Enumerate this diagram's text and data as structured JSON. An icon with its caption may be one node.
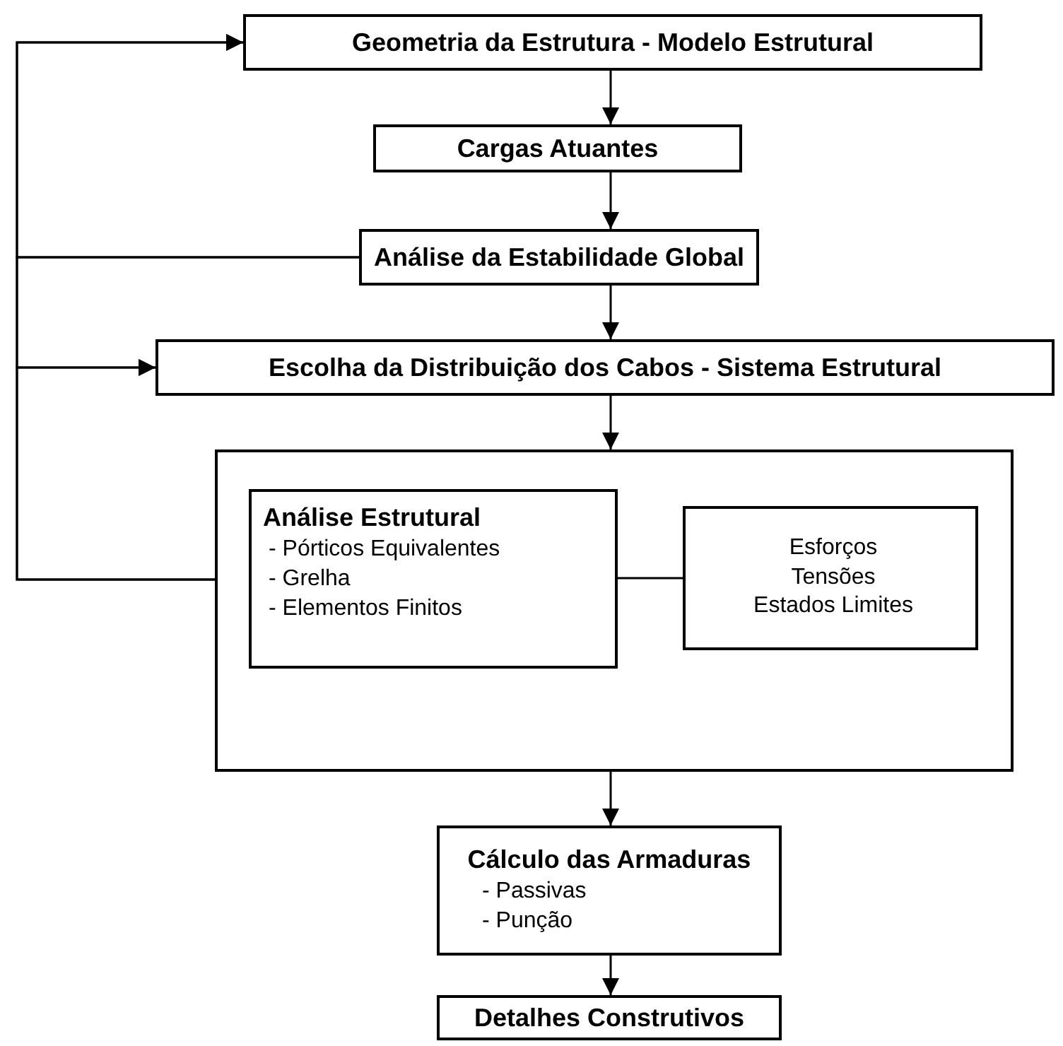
{
  "diagram": {
    "nodes": [
      {
        "text": [
          "Geometria da Estrutura - Modelo Estrutural"
        ]
      },
      {
        "text": [
          "Cargas Atuantes"
        ]
      },
      {
        "text": [
          "Análise da Estabilidade Global"
        ]
      },
      {
        "text": [
          "Escolha da Distribuição dos Cabos - Sistema Estrutural"
        ]
      },
      {
        "text": [],
        "shape": "box"
      },
      {
        "text": [
          "Análise Estrutural",
          "- Pórticos Equivalentes",
          "- Grelha",
          "- Elementos Finitos"
        ],
        "in": 4
      },
      {
        "text": [
          "Esforços",
          "Tensões",
          "Estados Limites"
        ],
        "in": 4
      },
      {
        "text": [
          "Cálculo das Armaduras",
          "- Passivas",
          "- Punção"
        ]
      },
      {
        "text": [
          "Detalhes Construtivos"
        ]
      }
    ],
    "edges": [
      {
        "from": 0,
        "to": 1,
        "arrow": "to"
      },
      {
        "from": 1,
        "to": 2,
        "arrow": "to"
      },
      {
        "from": 2,
        "to": 3,
        "arrow": "to"
      },
      {
        "from": 3,
        "to": 4,
        "arrow": "to"
      },
      {
        "from": 5,
        "to": 6,
        "arrow": "none"
      },
      {
        "from": 4,
        "to": 7,
        "arrow": "to"
      },
      {
        "from": 7,
        "to": 8,
        "arrow": "to"
      },
      {
        "from": 4,
        "to": 0,
        "arrow": "to"
      },
      {
        "from": 4,
        "to": 3,
        "arrow": "to"
      },
      {
        "from": 2,
        "to": 0,
        "arrow": "to"
      },
      {
        "from": 2,
        "to": 3,
        "arrow": "to"
      }
    ]
  }
}
